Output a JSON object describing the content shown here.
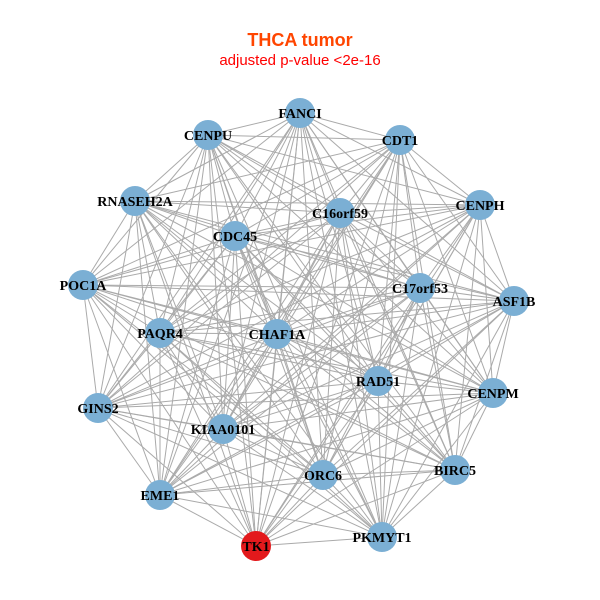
{
  "title": "THCA tumor",
  "subtitle": "adjusted p-value <2e-16",
  "colors": {
    "node": "#7BAFD4",
    "highlight": "#E3191C",
    "edge": "#AAAAAA",
    "title": "#FF4500",
    "subtitle": "#FF0000"
  },
  "nodes": [
    {
      "name": "FANCI"
    },
    {
      "name": "CENPU"
    },
    {
      "name": "CDT1"
    },
    {
      "name": "RNASEH2A"
    },
    {
      "name": "C16orf59"
    },
    {
      "name": "CENPH"
    },
    {
      "name": "CDC45"
    },
    {
      "name": "POC1A"
    },
    {
      "name": "C17orf53"
    },
    {
      "name": "ASF1B"
    },
    {
      "name": "PAQR4"
    },
    {
      "name": "CHAF1A"
    },
    {
      "name": "RAD51"
    },
    {
      "name": "CENPM"
    },
    {
      "name": "GINS2"
    },
    {
      "name": "KIAA0101"
    },
    {
      "name": "ORC6"
    },
    {
      "name": "BIRC5"
    },
    {
      "name": "EME1"
    },
    {
      "name": "TK1",
      "highlight": true
    },
    {
      "name": "PKMYT1"
    }
  ],
  "edges": "all-pairs"
}
